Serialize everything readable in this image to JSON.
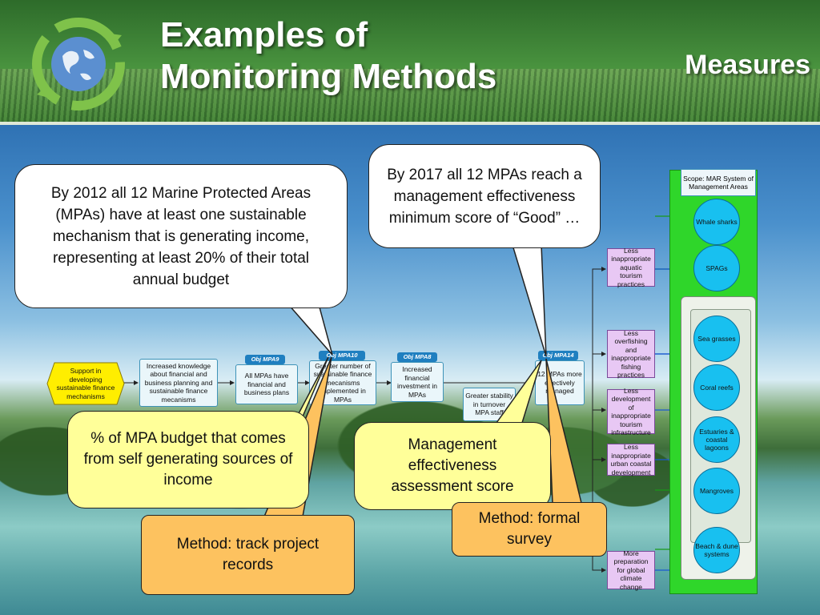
{
  "header": {
    "title_line1": "Examples of",
    "title_line2": "Monitoring Methods",
    "section": "Measures"
  },
  "callouts": {
    "goal_2012": "By 2012  all 12 Marine Protected Areas (MPAs) have at least one sustainable mechanism that is generating  income, representing at least 20% of their total annual budget",
    "goal_2017": "By 2017 all 12 MPAs reach a management effectiveness minimum score of “Good” …",
    "indicator_budget": "% of MPA budget that comes from self generating sources of income",
    "indicator_effectiveness": "Management effectiveness assessment  score",
    "method_track": "Method: track project records",
    "method_survey": "Method: formal survey"
  },
  "diagram": {
    "strategy": "Support in developing sustainable finance mechanisms",
    "knowledge": "Increased knowledge about financial and business planning and sustainable finance mecanisms",
    "obj9_tag": "Obj MPA9",
    "obj9_text": "All MPAs have financial and business plans",
    "obj10_tag": "Obj MPA10",
    "obj10_text": "Greater number of sustainable finance mecanisms implemented in MPAs",
    "obj8_tag": "Obj MPA8",
    "obj8_text": "Increased financial investment in MPAs",
    "stability_text": "Greater stability in turnover MPA staff",
    "obj14_tag": "Obj MPA14",
    "obj14_text": "12 MPAs more effectively managed"
  },
  "threats": [
    "Less inappropriate aquatic tourism practices",
    "Less overfishing and inappropriate fishing practices",
    "Less development of inappropriate tourism infrastructure",
    "Less inappropriate urban coastal development",
    "More preparation for global climate change"
  ],
  "scope": {
    "label": "Scope: MAR System of Management Areas",
    "targets": [
      "Whale sharks",
      "SPAGs",
      "Sea grasses",
      "Coral reefs",
      "Estuaries & coastal lagoons",
      "Mangroves",
      "Beach & dune systems"
    ]
  },
  "colors": {
    "callout_white": "#ffffff",
    "callout_yellow": "#ffff99",
    "callout_orange": "#fdc25f",
    "panel_green": "#2fd62a",
    "target_blue": "#18c0f0",
    "threat_purple": "#e8c8f4",
    "strategy_yellow": "#ffee00"
  }
}
